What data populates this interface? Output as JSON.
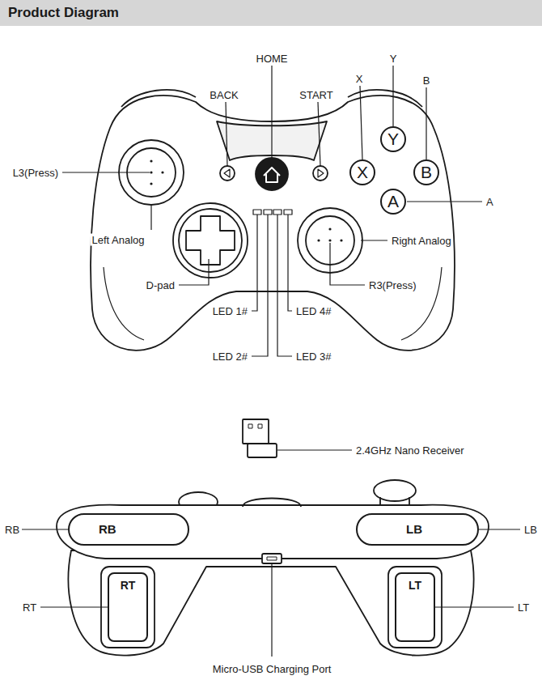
{
  "diagram": {
    "title": "Product Diagram",
    "nodes": [
      {
        "text": [
          "X"
        ]
      },
      {
        "text": [
          "Y"
        ]
      },
      {
        "text": [
          "B"
        ]
      },
      {
        "text": [
          "A"
        ]
      },
      {
        "text": [
          "RB"
        ]
      },
      {
        "text": [
          "LB"
        ]
      },
      {
        "text": [
          "RT"
        ]
      },
      {
        "text": [
          "LT"
        ]
      }
    ],
    "labels": [
      "HOME",
      "Y",
      "X",
      "B",
      "BACK",
      "START",
      "A",
      "L3(Press)",
      "Left Analog",
      "Right Analog",
      "D-pad",
      "R3(Press)",
      "LED 1#",
      "LED 4#",
      "LED 2#",
      "LED 3#",
      "2.4GHz Nano Receiver",
      "RB",
      "LB",
      "RT",
      "LT",
      "Micro-USB Charging Port"
    ]
  }
}
